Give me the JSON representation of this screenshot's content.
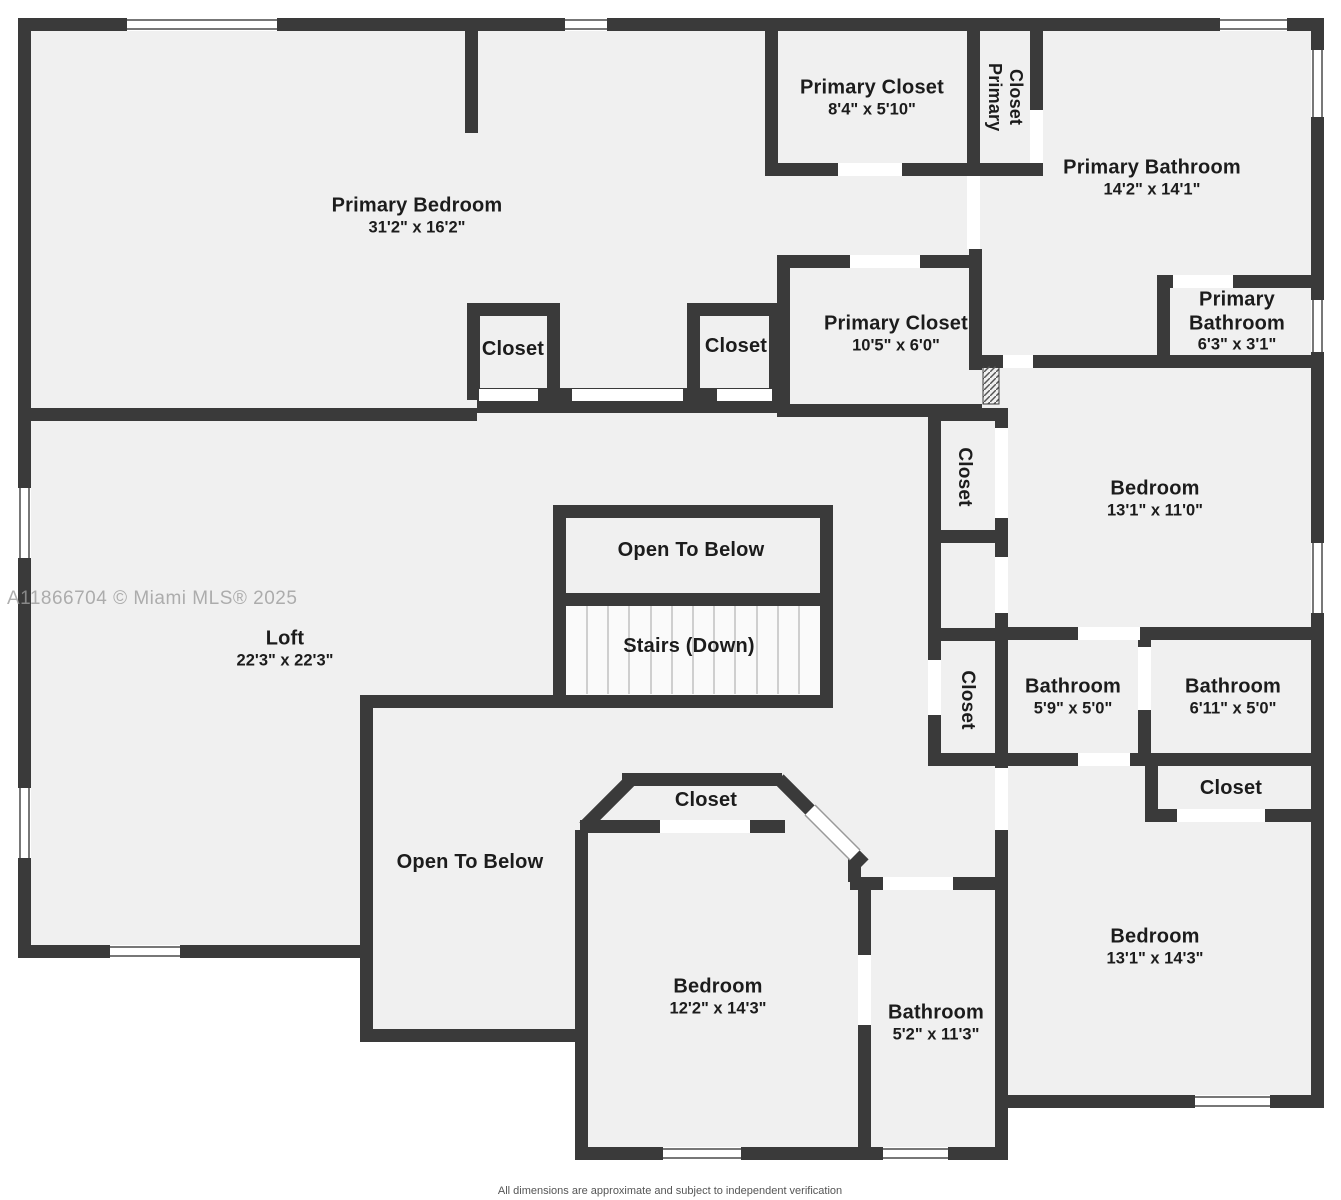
{
  "watermark": "A11866704 © Miami MLS® 2025",
  "disclaimer": "All dimensions are approximate and subject to independent verification",
  "colors": {
    "wall": "#3a3a3a",
    "floor": "#f0f0f0",
    "background": "#ffffff",
    "text": "#1c1c1c",
    "watermark": "#9c9c9c"
  },
  "rooms": [
    {
      "id": "primary-bedroom",
      "label": "Primary Bedroom",
      "dims": "31'2\" x 16'2\""
    },
    {
      "id": "primary-closet-top",
      "label": "Primary Closet",
      "dims": "8'4\" x 5'10\""
    },
    {
      "id": "primary-closet-strip",
      "label": "Primary Closet"
    },
    {
      "id": "primary-bathroom",
      "label": "Primary Bathroom",
      "dims": "14'2\" x 14'1\""
    },
    {
      "id": "primary-bathroom-2",
      "label": "Primary Bathroom",
      "dims": "6'3\" x 3'1\""
    },
    {
      "id": "primary-closet-mid",
      "label": "Primary Closet",
      "dims": "10'5\" x 6'0\""
    },
    {
      "id": "closet-a",
      "label": "Closet"
    },
    {
      "id": "closet-b",
      "label": "Closet"
    },
    {
      "id": "bedroom-1",
      "label": "Bedroom",
      "dims": "13'1\" x 11'0\""
    },
    {
      "id": "closet-mid-vertical",
      "label": "Closet"
    },
    {
      "id": "loft",
      "label": "Loft",
      "dims": "22'3\" x 22'3\""
    },
    {
      "id": "open-to-below-upper",
      "label": "Open To Below"
    },
    {
      "id": "stairs",
      "label": "Stairs (Down)"
    },
    {
      "id": "closet-low-vertical",
      "label": "Closet"
    },
    {
      "id": "bathroom-1",
      "label": "Bathroom",
      "dims": "5'9\" x 5'0\""
    },
    {
      "id": "bathroom-2",
      "label": "Bathroom",
      "dims": "6'11\" x 5'0\""
    },
    {
      "id": "closet-c",
      "label": "Closet"
    },
    {
      "id": "bedroom-2",
      "label": "Bedroom",
      "dims": "13'1\" x 14'3\""
    },
    {
      "id": "open-to-below-lower",
      "label": "Open To Below"
    },
    {
      "id": "closet-d",
      "label": "Closet"
    },
    {
      "id": "bedroom-3",
      "label": "Bedroom",
      "dims": "12'2\" x 14'3\""
    },
    {
      "id": "bathroom-3",
      "label": "Bathroom",
      "dims": "5'2\" x 11'3\""
    }
  ]
}
